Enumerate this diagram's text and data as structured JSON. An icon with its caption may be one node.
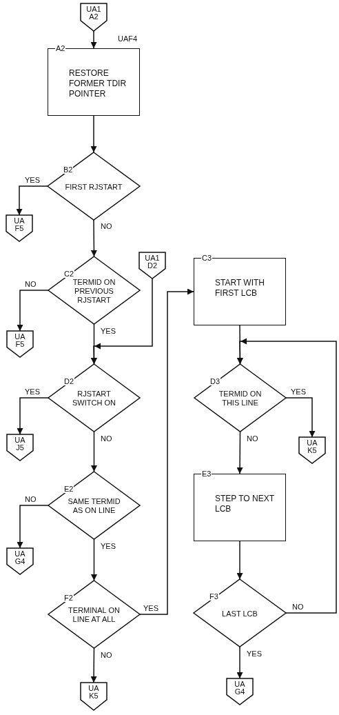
{
  "diagram": {
    "nodes": [
      {
        "text": [
          "UA1 A2"
        ]
      },
      {
        "text": [
          "RESTORE FORMER TDIR POINTER"
        ],
        "beside": [
          "A2",
          "UAF4"
        ]
      },
      {
        "text": [
          "FIRST RJSTART"
        ],
        "beside": [
          "B2"
        ]
      },
      {
        "text": [
          "UA F5"
        ]
      },
      {
        "text": [
          "TERMID ON PREVIOUS RJSTART"
        ],
        "beside": [
          "C2"
        ]
      },
      {
        "text": [
          "UA F5"
        ]
      },
      {
        "text": [
          "UA1 D2"
        ]
      },
      {
        "text": [
          "RJSTART SWITCH ON"
        ],
        "beside": [
          "D2"
        ]
      },
      {
        "text": [
          "UA J5"
        ]
      },
      {
        "text": [
          "SAME TERMID AS ON LINE"
        ],
        "beside": [
          "E2"
        ]
      },
      {
        "text": [
          "UA G4"
        ]
      },
      {
        "text": [
          "TERMINAL ON LINE AT ALL"
        ],
        "beside": [
          "F2"
        ]
      },
      {
        "text": [
          "UA K5"
        ]
      },
      {
        "text": [
          "START WITH FIRST LCB"
        ],
        "beside": [
          "C3"
        ]
      },
      {
        "text": [
          "TERMID ON THIS LINE"
        ],
        "beside": [
          "D3"
        ]
      },
      {
        "text": [
          "UA K5"
        ]
      },
      {
        "text": [
          "STEP TO NEXT LCB"
        ],
        "beside": [
          "E3"
        ]
      },
      {
        "text": [
          "LAST LCB"
        ],
        "beside": [
          "F3"
        ]
      },
      {
        "text": [
          "UA G4"
        ]
      }
    ],
    "edges": [
      {
        "from": 0,
        "to": 1,
        "arrow": "to"
      },
      {
        "from": 1,
        "to": 2,
        "arrow": "to"
      },
      {
        "from": 2,
        "to": 3,
        "arrow": "to",
        "label": "YES"
      },
      {
        "from": 2,
        "to": 4,
        "arrow": "to",
        "label": "NO"
      },
      {
        "from": 4,
        "to": 5,
        "arrow": "to",
        "label": "NO"
      },
      {
        "from": 4,
        "to": 7,
        "arrow": "to",
        "label": "YES"
      },
      {
        "from": 6,
        "to": 7,
        "arrow": "to"
      },
      {
        "from": 7,
        "to": 8,
        "arrow": "to",
        "label": "YES"
      },
      {
        "from": 7,
        "to": 9,
        "arrow": "to",
        "label": "NO"
      },
      {
        "from": 9,
        "to": 10,
        "arrow": "to",
        "label": "NO"
      },
      {
        "from": 9,
        "to": 11,
        "arrow": "to",
        "label": "YES"
      },
      {
        "from": 11,
        "to": 12,
        "arrow": "to",
        "label": "NO"
      },
      {
        "from": 11,
        "to": 13,
        "arrow": "to",
        "label": "YES"
      },
      {
        "from": 13,
        "to": 14,
        "arrow": "to"
      },
      {
        "from": 14,
        "to": 15,
        "arrow": "to",
        "label": "YES"
      },
      {
        "from": 14,
        "to": 16,
        "arrow": "to",
        "label": "NO"
      },
      {
        "from": 16,
        "to": 17,
        "arrow": "to"
      },
      {
        "from": 17,
        "to": 18,
        "arrow": "to",
        "label": "YES"
      },
      {
        "from": 17,
        "to": 14,
        "arrow": "to",
        "label": "NO"
      }
    ]
  }
}
